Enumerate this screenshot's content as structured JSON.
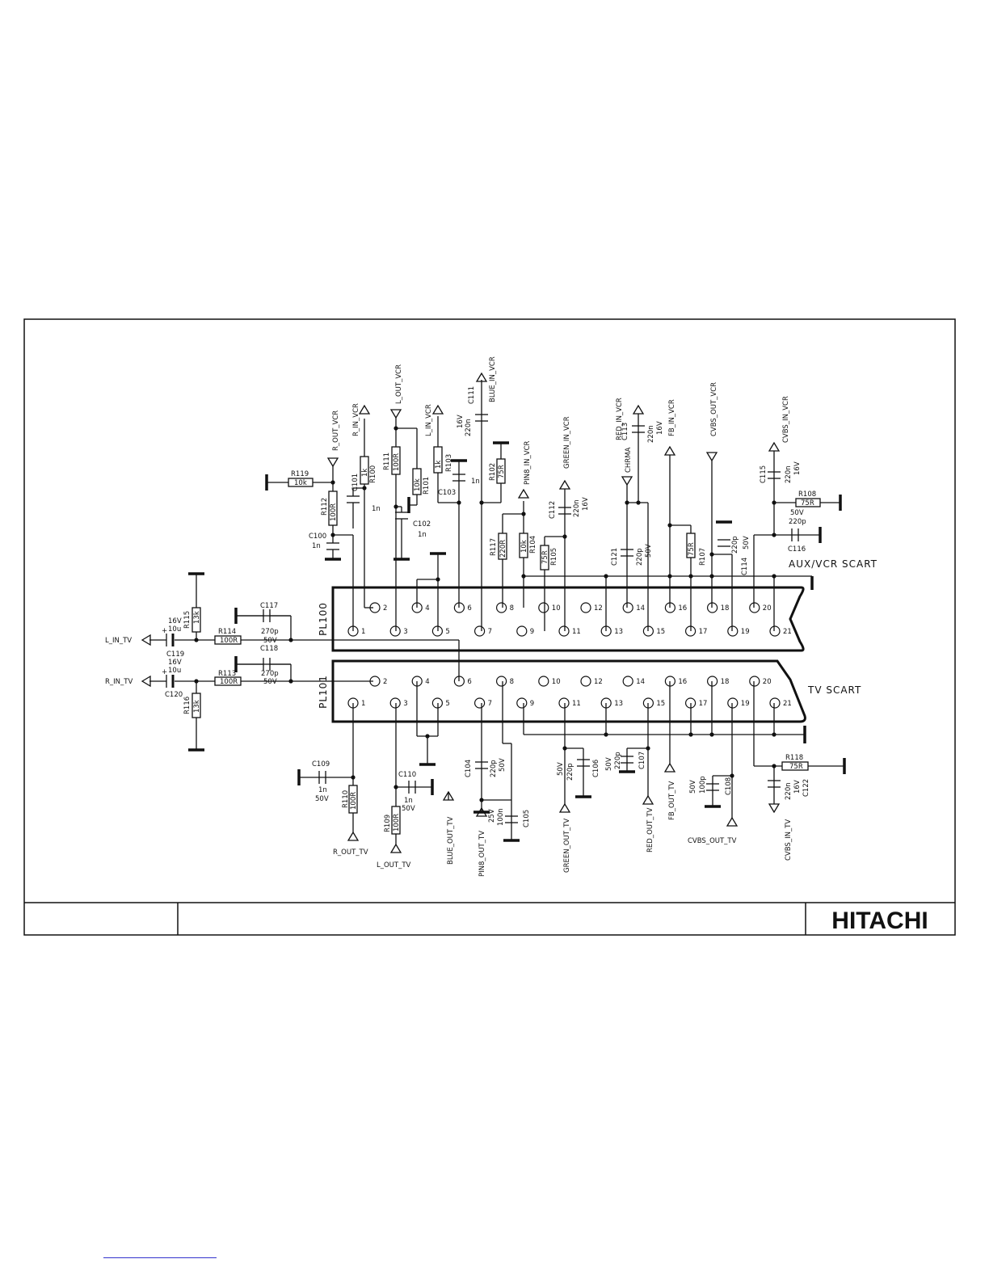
{
  "brand": "HITACHI",
  "connectors": {
    "top_ref": "PL100",
    "bottom_ref": "PL101",
    "top_title": "AUX/VCR SCART",
    "bottom_title": "TV SCART",
    "pins_even": [
      "2",
      "4",
      "6",
      "8",
      "10",
      "12",
      "14",
      "16",
      "18",
      "20"
    ],
    "pins_odd": [
      "1",
      "3",
      "5",
      "7",
      "9",
      "11",
      "13",
      "15",
      "17",
      "19",
      "21"
    ]
  },
  "top_nets": {
    "r_out_vcr": "R_OUT_VCR",
    "r_in_vcr": "R_IN_VCR",
    "l_out_vcr": "L_OUT_VCR",
    "l_in_vcr": "L_IN_VCR",
    "blue_in_vcr": "BLUE_IN_VCR",
    "pin8_in_vcr": "PIN8_IN_VCR",
    "green_in_vcr": "GREEN_IN_VCR",
    "red_in_vcr": "RED_IN_VCR",
    "chrma": "CHRMA",
    "fb_in_vcr": "FB_IN_VCR",
    "cvbs_out_vcr": "CVBS_OUT_VCR",
    "cvbs_in_vcr": "CVBS_IN_VCR"
  },
  "left_nets": {
    "l_in_tv": "L_IN_TV",
    "r_in_tv": "R_IN_TV"
  },
  "bottom_nets": {
    "r_out_tv": "R_OUT_TV",
    "l_out_tv": "L_OUT_TV",
    "blue_out_tv": "BLUE_OUT_TV",
    "pin8_out_tv": "PIN8_OUT_TV",
    "green_out_tv": "GREEN_OUT_TV",
    "red_out_tv": "RED_OUT_TV",
    "fb_out_tv": "FB_OUT_TV",
    "cvbs_out_tv": "CVBS_OUT_TV",
    "cvbs_in_tv": "CVBS_IN_TV"
  },
  "components": {
    "r119": {
      "ref": "R119",
      "val": "10k"
    },
    "r112": {
      "ref": "R112",
      "val": "100R"
    },
    "c100": {
      "ref": "C100",
      "val": "1n"
    },
    "c101": {
      "ref": "C101",
      "val": "1n"
    },
    "r100": {
      "ref": "R100",
      "val": "1k"
    },
    "r111": {
      "ref": "R111",
      "val": "100R"
    },
    "r101": {
      "ref": "R101",
      "val": "10k"
    },
    "c102": {
      "ref": "C102",
      "val": "1n"
    },
    "r103": {
      "ref": "R103",
      "val": "1k"
    },
    "c103": {
      "ref": "C103",
      "val": "1n"
    },
    "c111": {
      "ref": "C111",
      "val": "220n",
      "v": "16V"
    },
    "r102": {
      "ref": "R102",
      "val": "75R"
    },
    "r117": {
      "ref": "R117",
      "val": "220R"
    },
    "r104": {
      "ref": "R104",
      "val": "10k"
    },
    "r105": {
      "ref": "R105",
      "val": "75R"
    },
    "c112": {
      "ref": "C112",
      "val": "220n",
      "v": "16V"
    },
    "c121": {
      "ref": "C121",
      "val": "220p",
      "v": "50V"
    },
    "c113": {
      "ref": "C113",
      "val": "220n",
      "v": "16V"
    },
    "r107": {
      "ref": "R107",
      "val": "75R"
    },
    "c114": {
      "ref": "C114",
      "val": "220p",
      "v": "50V"
    },
    "c115": {
      "ref": "C115",
      "val": "220n",
      "v": "16V"
    },
    "r108": {
      "ref": "R108",
      "val": "75R"
    },
    "c116": {
      "ref": "C116",
      "val": "220p",
      "v": "50V"
    },
    "r115": {
      "ref": "R115",
      "val": "13k"
    },
    "c119": {
      "ref": "C119",
      "val": "10u",
      "v": "16V"
    },
    "r114": {
      "ref": "R114",
      "val": "100R"
    },
    "c117": {
      "ref": "C117",
      "val": "270p",
      "v": "50V"
    },
    "r113": {
      "ref": "R113",
      "val": "100R"
    },
    "c118": {
      "ref": "C118",
      "val": "270p",
      "v": "50V"
    },
    "c120": {
      "ref": "C120",
      "val": "10u",
      "v": "16V"
    },
    "r116": {
      "ref": "R116",
      "val": "13k"
    },
    "c109": {
      "ref": "C109",
      "val": "1n",
      "v": "50V"
    },
    "r110": {
      "ref": "R110",
      "val": "100R"
    },
    "c110": {
      "ref": "C110",
      "val": "1n",
      "v": "50V"
    },
    "r109": {
      "ref": "R109",
      "val": "100R"
    },
    "c104": {
      "ref": "C104",
      "val": "220p",
      "v": "50V"
    },
    "c105": {
      "ref": "C105",
      "val": "100n",
      "v": "25V"
    },
    "c106": {
      "ref": "C106",
      "val": "220p",
      "v": "50V"
    },
    "c107": {
      "ref": "C107",
      "val": "220p",
      "v": "50V"
    },
    "c108": {
      "ref": "C108",
      "val": "100p",
      "v": "50V"
    },
    "r118": {
      "ref": "R118",
      "val": "75R"
    },
    "c122": {
      "ref": "C122",
      "val": "220n",
      "v": "16V"
    }
  }
}
